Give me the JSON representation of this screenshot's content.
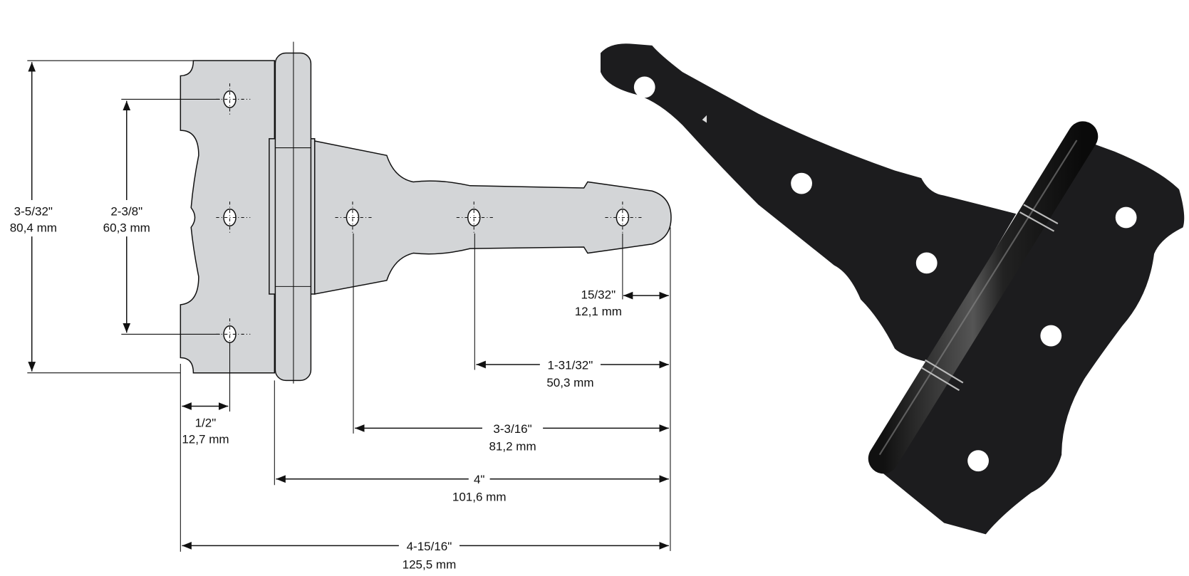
{
  "drawing": {
    "dimensions": {
      "overall_height": {
        "imperial": "3-5/32\"",
        "metric": "80,4 mm"
      },
      "hole_spacing_leaf": {
        "imperial": "2-3/8\"",
        "metric": "60,3 mm"
      },
      "tip_to_last_hole": {
        "imperial": "15/32\"",
        "metric": "12,1 mm"
      },
      "tip_to_middle_hole": {
        "imperial": "1-31/32\"",
        "metric": "50,3 mm"
      },
      "tip_to_first_hole": {
        "imperial": "3-3/16\"",
        "metric": "81,2 mm"
      },
      "strap_length": {
        "imperial": "4\"",
        "metric": "101,6 mm"
      },
      "overall_length": {
        "imperial": "4-15/16\"",
        "metric": "125,5 mm"
      },
      "leaf_edge_to_hole": {
        "imperial": "1/2\"",
        "metric": "12,7 mm"
      }
    }
  },
  "colors": {
    "metal_gray": "#d3d5d7",
    "black_finish": "#1c1c1e",
    "line": "#111111"
  }
}
